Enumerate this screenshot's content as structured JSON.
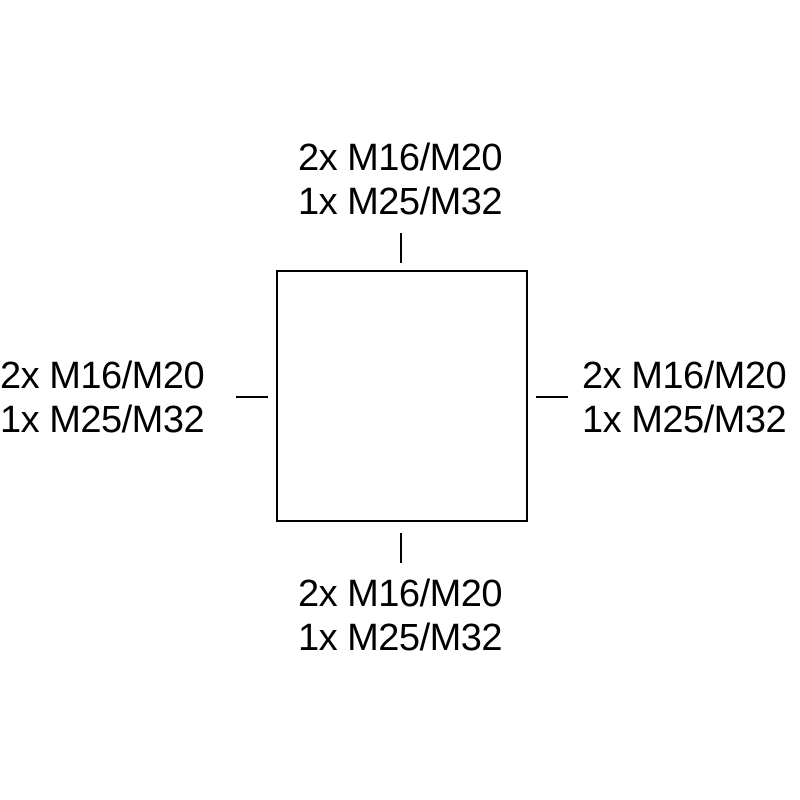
{
  "diagram": {
    "top": {
      "line1": "2x M16/M20",
      "line2": "1x M25/M32"
    },
    "left": {
      "line1": "2x M16/M20",
      "line2": "1x M25/M32"
    },
    "right": {
      "line1": "2x M16/M20",
      "line2": "1x M25/M32"
    },
    "bottom": {
      "line1": "2x M16/M20",
      "line2": "1x M25/M32"
    },
    "colors": {
      "stroke": "#000000",
      "background": "#ffffff"
    }
  }
}
